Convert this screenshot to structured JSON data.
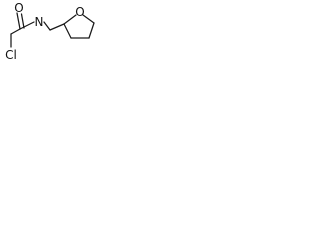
{
  "molecule": {
    "atoms": {
      "carbonyl_oxygen": "O",
      "chlorine": "Cl",
      "amide_nitrogen": "N",
      "ring_oxygen": "O"
    }
  },
  "colors": {
    "bond": "#1a1a1a",
    "label": "#111111",
    "background": "#ffffff"
  }
}
